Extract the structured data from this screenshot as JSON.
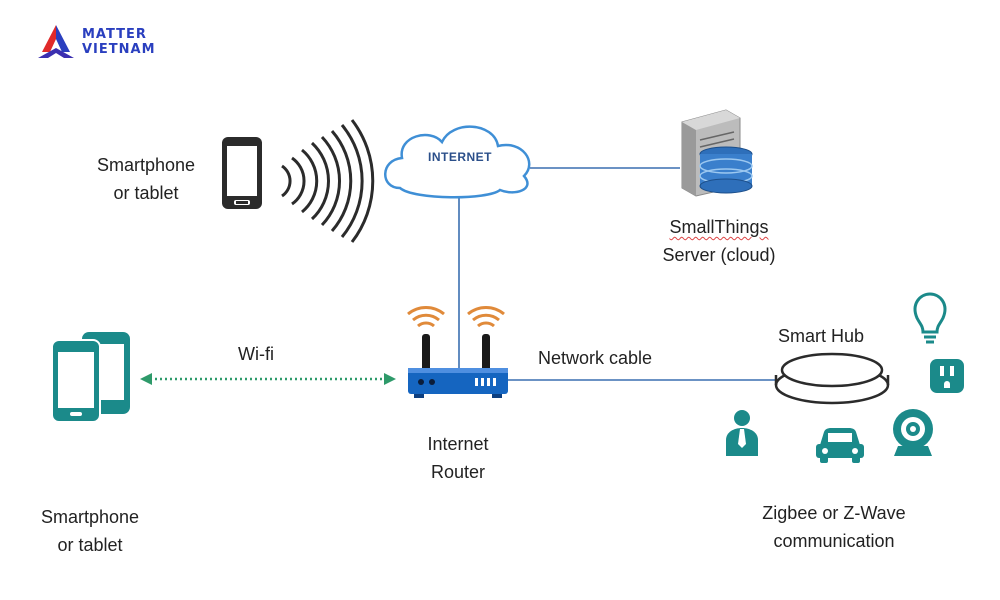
{
  "logo": {
    "line1": "MATTER",
    "line2": "VIETNAM"
  },
  "labels": {
    "smartphone_top": [
      "Smartphone",
      "or tablet"
    ],
    "smartphone_bottom": [
      "Smartphone",
      "or tablet"
    ],
    "internet": "INTERNET",
    "server": [
      "SmallThings",
      "Server (cloud)"
    ],
    "wifi": "Wi-fi",
    "router": [
      "Internet",
      "Router"
    ],
    "network_cable": "Network cable",
    "smart_hub": "Smart Hub",
    "zigbee": [
      "Zigbee or Z-Wave",
      "communication"
    ]
  },
  "colors": {
    "teal": "#1b8a8a",
    "router_blue": "#1565c0",
    "line_blue": "#3a6fb0",
    "wifi_dash": "#2e9a6a",
    "signal_orange": "#e08a3a",
    "logo_blue": "#2a3fbf",
    "logo_red": "#e02a2a"
  }
}
